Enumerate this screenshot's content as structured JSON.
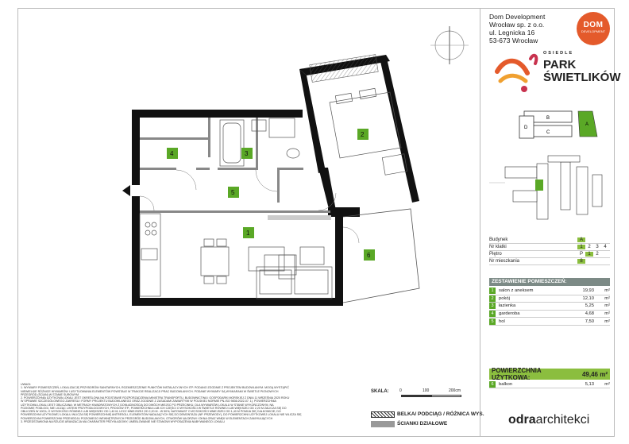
{
  "company": {
    "lines": [
      "Dom Development",
      "Wrocław sp. z o.o.",
      "ul. Legnicka 16",
      "53-673 Wrocław"
    ],
    "logo_text": "DOM",
    "logo_sub": "DEVELOPMENT",
    "brand_color": "#e45a2b"
  },
  "estate": {
    "prefix": "OSIEDLE",
    "name_line1": "PARK",
    "name_line2": "ŚWIETLIKÓW"
  },
  "key_plan": {
    "blocks": [
      "B",
      "C",
      "A",
      "D"
    ]
  },
  "info": {
    "rows": [
      {
        "label": "Budynek",
        "cells": [
          {
            "text": "A",
            "on": true
          }
        ]
      },
      {
        "label": "Nr klatki",
        "cells": [
          {
            "text": "1",
            "on": true
          },
          {
            "text": "2",
            "on": false
          },
          {
            "text": "3",
            "on": false
          },
          {
            "text": "4",
            "on": false
          }
        ]
      },
      {
        "label": "Piętro",
        "cells": [
          {
            "text": "P",
            "on": false
          },
          {
            "text": "1",
            "on": true
          },
          {
            "text": "2",
            "on": false
          }
        ]
      },
      {
        "label": "Nr mieszkania",
        "cells": [
          {
            "text": "8",
            "on": true
          }
        ]
      }
    ]
  },
  "summary": {
    "header": "ZESTAWIENIE POMIESZCZEŃ:",
    "rooms": [
      {
        "n": "1",
        "name": "salon z aneksem",
        "area": "19,93",
        "unit": "m²"
      },
      {
        "n": "2",
        "name": "pokój",
        "area": "12,10",
        "unit": "m²"
      },
      {
        "n": "3",
        "name": "łazienka",
        "area": "5,25",
        "unit": "m²"
      },
      {
        "n": "4",
        "name": "garderoba",
        "area": "4,68",
        "unit": "m²"
      },
      {
        "n": "5",
        "name": "hol",
        "area": "7,50",
        "unit": "m²"
      }
    ],
    "total_label": "POWIERZCHNIA UŻYTKOWA:",
    "total_value": "49,46 m²",
    "balcony": {
      "n": "6",
      "name": "balkon",
      "area": "5,13",
      "unit": "m²"
    }
  },
  "plan": {
    "room_numbers": [
      "1",
      "2",
      "3",
      "4",
      "5",
      "6"
    ]
  },
  "notes": {
    "title": "UWAGI:",
    "lines": [
      "1.   WYMIARY POMIESZCZEŃ, LOKALIZACJĘ PRZYBORÓW SANITARNYCH, ROZMIESZCZENIE PUNKTÓW INSTALACYJNYCH ITP. PODANO ZGODNIE Z PROJEKTEM BUDOWLANYM. MOGĄ WYSTĄPIĆ",
      "      NIEWIELKIE RÓŻNICE WYMIARÓW I USYTUOWANIA ELEMENTÓW POWSTAŁE W TRAKCIE REALIZACJI PRAC BUDOWLANYCH. PODANE WYMIARY SĄ WYMIARAMI W ŚWIETLE PIONOWYCH",
      "      PRZEGRÓD (ŚCIAN) W STANIE SUROWYM",
      "2.   POWIERZCHNIA UŻYTKOWA LOKALI JEST OKREŚLONA NA PODSTAWIE ROZPORZĄDZENIA MINISTRA TRANSPORTU, BUDOWNICTWA I GOSPODARKI MORSKIEJ Z DNIA 11 WRZEŚNIA 2020 ROKU",
      "      W SPRAWIE SZCZEGÓŁOWEGO ZAKRESU I FORMY PROJEKTU BUDOWLANEGO ORAZ ZGODNIE Z ZASADAMI ZAWARTYMI W POLSKIEJ NORMIE PN-ISO 9836:2022-07. 1). POWIERZCHNIA",
      "      UŻYTKOWA LOKALI JEST OBLICZANA: W METRACH KWADRATOWYCH Z DOKŁADNOŚCIĄ DO DWÓCH MIEJSC PO PRZECINKU, DLA WYMIARÓW LOKALU W STANIE WYKOŃCZONYM, NA",
      "      POZIOMIE PODŁOGI, NIE LICZĄC LISTEW PRZYPODŁOGOWYCH, PROGÓW ITP.; POWIERZCHNIA LUB ICH CZĘŚCI O WYSOKOŚCI W ŚWIETLE RÓWNEJ LUB WIĘKSZEJ OD 2,20 M ZALICZA SIĘ DO",
      "      OBLICZEŃ W 100%, O WYSOKOŚCI RÓWNEJ LUB WIĘKSZEJ OD 1,40 M, LECZ MNIEJSZEJ OD 2,20 M - W 50%; NATOMIAST O WYSOKOŚCI MNIEJSZEJ OD 1,40 M POMIJA SIĘ CAŁKOWICIE; DO",
      "      POWIERZCHNI UŻYTKOWEJ LOKALU WLICZA SIĘ POWIERZCHNIĘ ANTRESOLI, ELEMENTÓW NADAJĄCYCH SIĘ DO DEMONTAŻU (NP. PRZEWODY), DO POWIERZCHNI UŻYTKOWEJ LOKALU NIE WLICZA SIĘ",
      "      POWIERZCHNI POWIERZCHNI PRZEKROJU POZIOMEGO WEWNĘTRZNYCH PRZEGRÓD BUDOWLANYCH, OTWORÓW NA DRZWI I OKNA ORAZ WNĘK W ELEMENTACH ZAMYKAJĄCYCH",
      "3.   PRZEDSTAWIONA NA RZUCIE ARANŻACJA MA CHARAKTER PRZYKŁADOWY, UMEBLOWANIE NIE STANOWI WYPOSAŻENIA NABYWANEGO LOKALU"
    ]
  },
  "scale": {
    "label": "SKALA:",
    "ticks": [
      "0",
      "100",
      "200cm"
    ]
  },
  "legend": {
    "item1": "BELKA/ PODCIĄG / RÓŻNICA WYS.",
    "item2": "ŚCIANKI DZIAŁOWE"
  },
  "architect": {
    "part1": "odra",
    "part2": "architekci"
  }
}
